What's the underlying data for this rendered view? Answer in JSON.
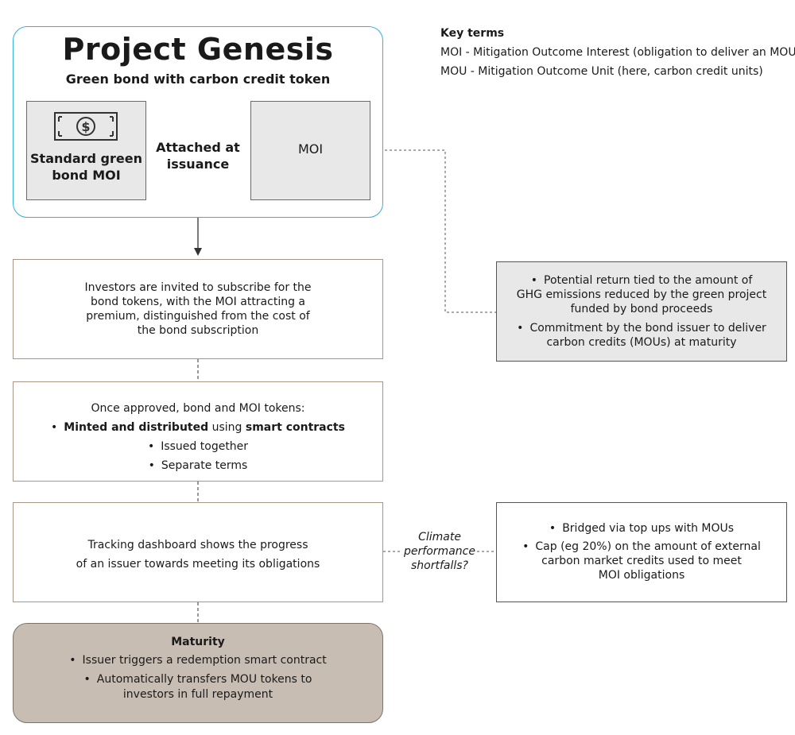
{
  "header": {
    "title": "Project Genesis",
    "subtitle": "Green bond with carbon credit token",
    "green_bond_label_line1": "Standard green",
    "green_bond_label_line2": "bond MOI",
    "attached_line1": "Attached at",
    "attached_line2": "issuance",
    "moi_label": "MOI"
  },
  "key_terms": {
    "title": "Key terms",
    "line1": "MOI - Mitigation Outcome Interest (obligation to deliver an MOU)",
    "line2": "MOU - Mitigation Outcome Unit (here, carbon credit units)"
  },
  "steps": {
    "subscribe": [
      "Investors are invited to subscribe for the",
      "bond tokens, with the MOI attracting a",
      "premium, distinguished from the cost of",
      "the bond subscription"
    ],
    "approved": {
      "intro": "Once approved, bond and MOI tokens:",
      "b1_bold1": "Minted and distributed",
      "b1_mid": " using ",
      "b1_bold2": "smart contracts",
      "b2": "Issued together",
      "b3": "Separate terms"
    },
    "tracking": [
      "Tracking dashboard shows the progress",
      "of an issuer towards meeting its obligations"
    ],
    "maturity": {
      "title": "Maturity",
      "b1": "Issuer triggers a redemption smart contract",
      "b2_line1": "Automatically transfers MOU tokens to",
      "b2_line2": "investors in full repayment"
    }
  },
  "side": {
    "moi_details": {
      "b1_line1": "Potential return tied to the amount of",
      "b1_line2": "GHG emissions reduced by the green project",
      "b1_line3": "funded by bond proceeds",
      "b2_line1": "Commitment by the bond issuer to deliver",
      "b2_line2": "carbon credits (MOUs) at maturity"
    },
    "shortfall_label": [
      "Climate",
      "performance",
      "shortfalls?"
    ],
    "shortfall_details": {
      "b1": "Bridged via top ups with MOUs",
      "b2_line1": "Cap (eg 20%) on the amount of external",
      "b2_line2": "carbon market credits used to meet",
      "b2_line3": "MOI obligations"
    }
  },
  "icons": {
    "bill": "dollar-bill-icon"
  },
  "colors": {
    "header_border": "#35b0d8",
    "maturity_fill": "#c8bdb2",
    "gray_fill": "#e8e8e8"
  }
}
